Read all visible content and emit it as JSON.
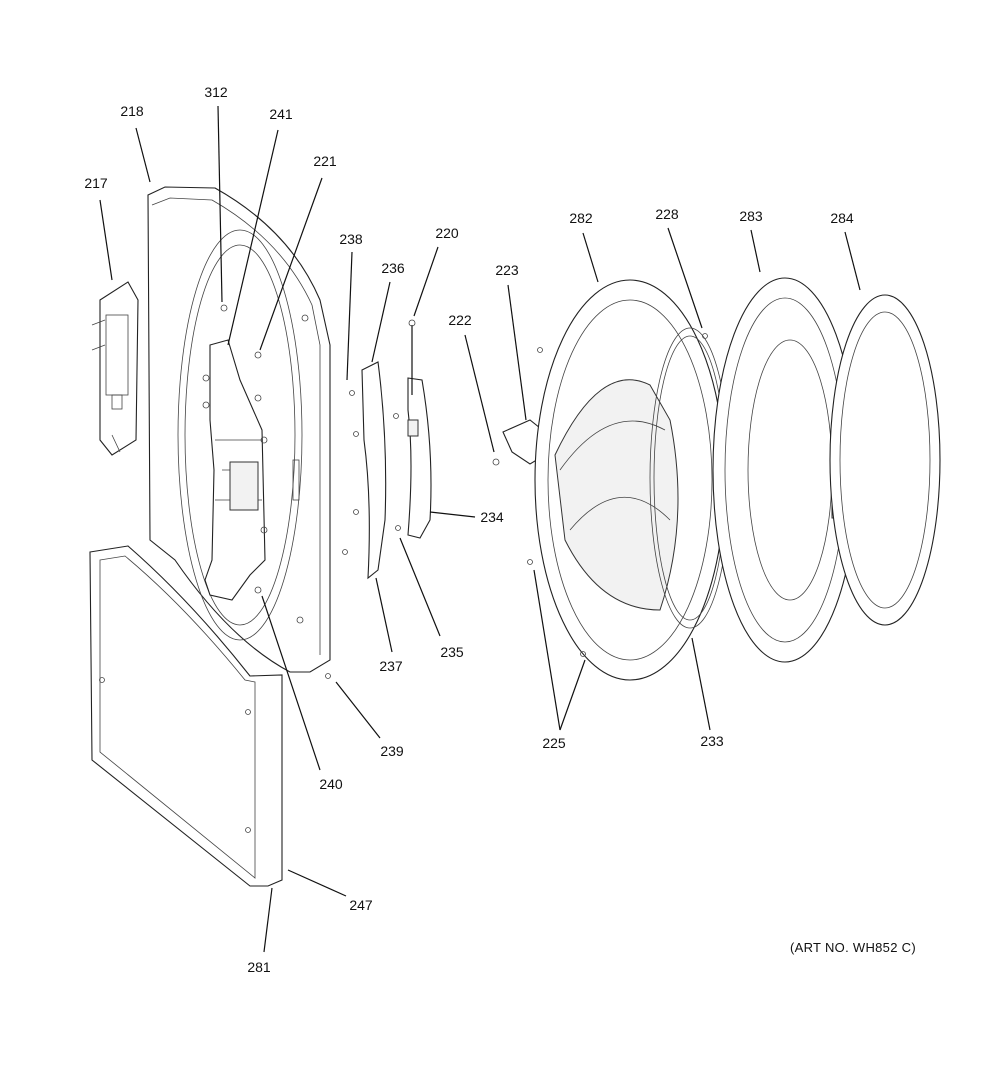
{
  "art_number": "(ART NO. WH852 C)",
  "callouts": {
    "c217": "217",
    "c218": "218",
    "c312": "312",
    "c241": "241",
    "c221": "221",
    "c238": "238",
    "c236": "236",
    "c220": "220",
    "c223": "223",
    "c222": "222",
    "c282": "282",
    "c228": "228",
    "c283": "283",
    "c284": "284",
    "c234": "234",
    "c237": "237",
    "c235": "235",
    "c239": "239",
    "c240": "240",
    "c225": "225",
    "c233": "233",
    "c247": "247",
    "c281": "281"
  }
}
